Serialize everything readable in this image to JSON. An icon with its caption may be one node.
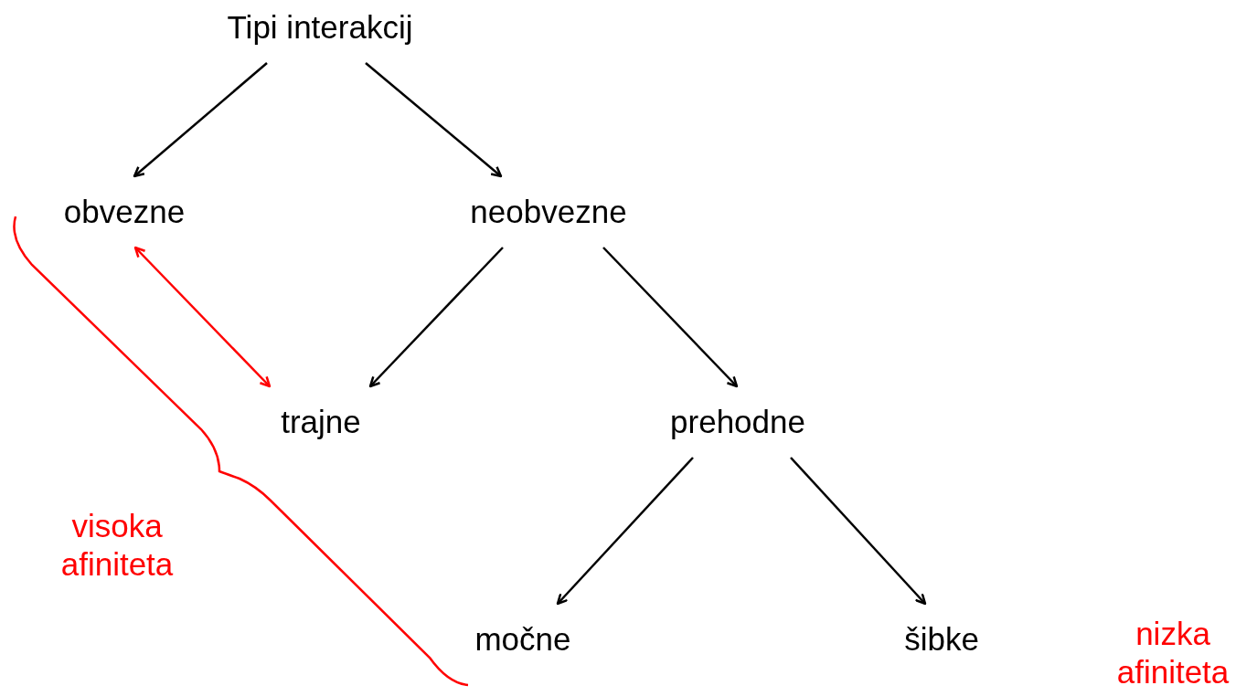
{
  "diagram": {
    "nodes": [
      {
        "text": [
          "Tipi interakcij"
        ]
      },
      {
        "text": [
          "obvezne"
        ]
      },
      {
        "text": [
          "neobvezne"
        ]
      },
      {
        "text": [
          "trajne"
        ]
      },
      {
        "text": [
          "prehodne"
        ]
      },
      {
        "text": [
          "močne"
        ]
      },
      {
        "text": [
          "šibke"
        ]
      }
    ],
    "edges": [
      {
        "from": 0,
        "to": 1,
        "arrow": "to"
      },
      {
        "from": 0,
        "to": 2,
        "arrow": "to"
      },
      {
        "from": 2,
        "to": 3,
        "arrow": "to"
      },
      {
        "from": 2,
        "to": 4,
        "arrow": "to"
      },
      {
        "from": 1,
        "to": 3,
        "arrow": "both",
        "color": "#ff0000"
      },
      {
        "from": 4,
        "to": 5,
        "arrow": "to"
      },
      {
        "from": 4,
        "to": 6,
        "arrow": "to"
      }
    ],
    "labels": [
      "visoka afiniteta",
      "nizka afiniteta"
    ]
  }
}
